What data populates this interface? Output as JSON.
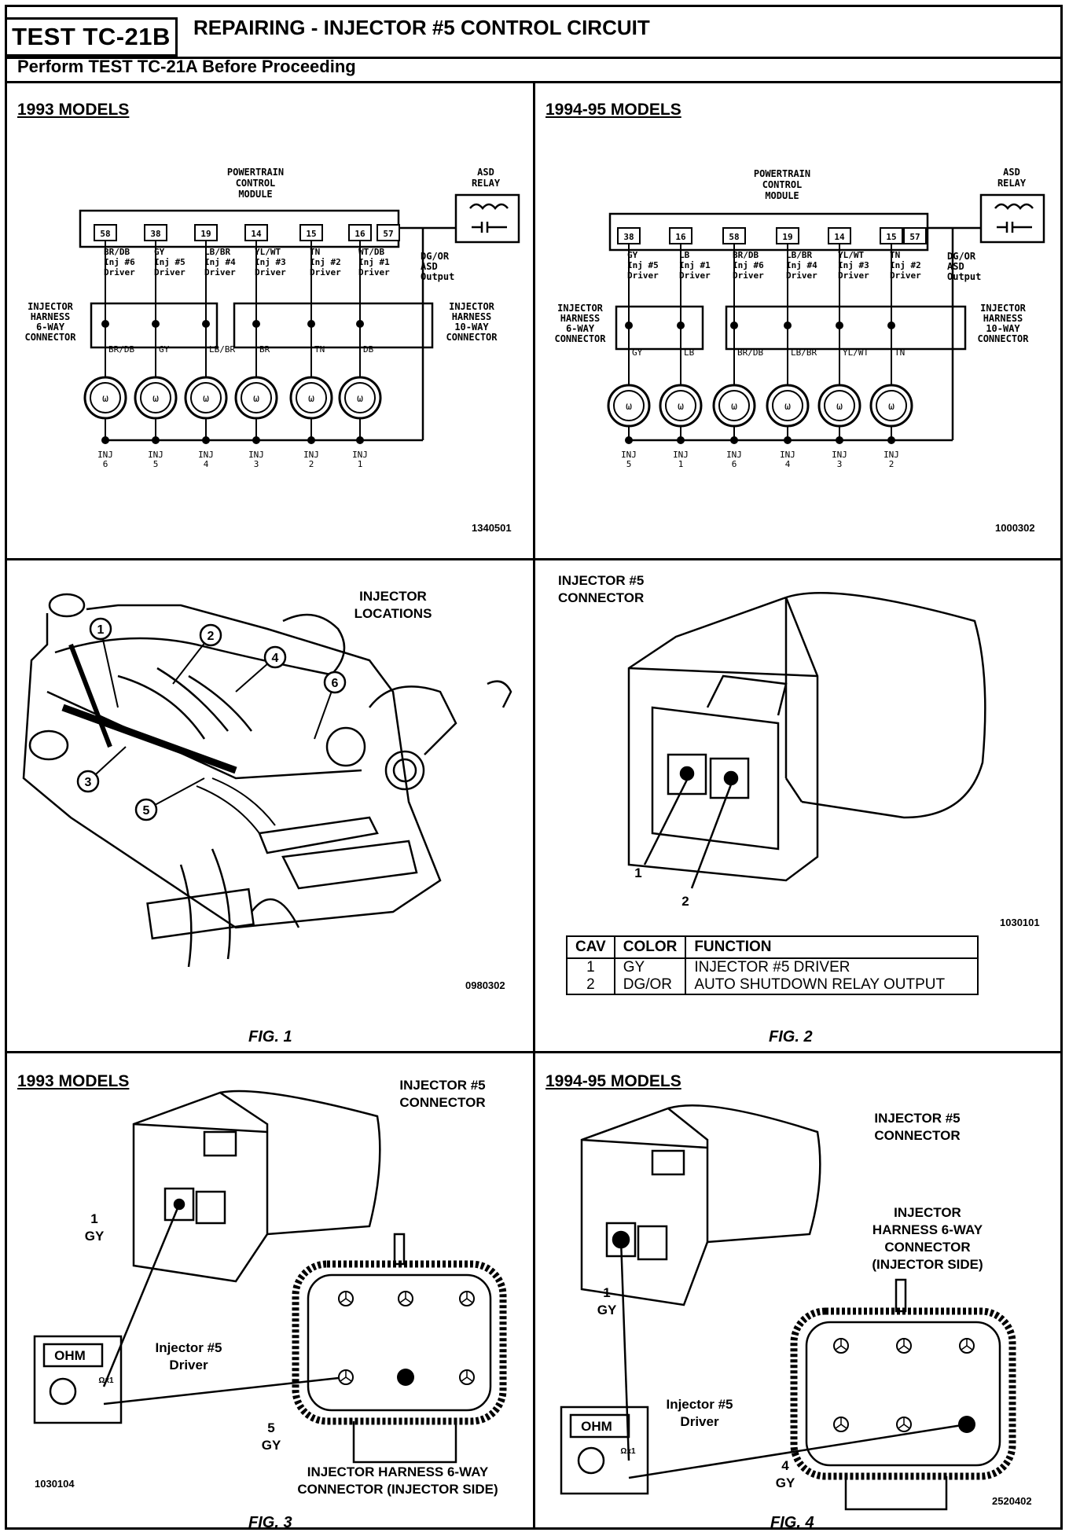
{
  "header": {
    "test_id": "TEST TC-21B",
    "title": "REPAIRING - INJECTOR #5 CONTROL CIRCUIT",
    "prerequisite": "Perform TEST TC-21A Before Proceeding"
  },
  "diagram_1993": {
    "title": "1993 MODELS",
    "pcm_label": [
      "POWERTRAIN",
      "CONTROL",
      "MODULE"
    ],
    "relay_label": [
      "ASD",
      "RELAY"
    ],
    "pins": [
      "58",
      "38",
      "19",
      "14",
      "15",
      "16",
      "57"
    ],
    "drivers": [
      [
        "BR/DB",
        "Inj #6",
        "Driver"
      ],
      [
        "GY",
        "Inj #5",
        "Driver"
      ],
      [
        "LB/BR",
        "Inj #4",
        "Driver"
      ],
      [
        "YL/WT",
        "Inj #3",
        "Driver"
      ],
      [
        "TN",
        "Inj #2",
        "Driver"
      ],
      [
        "WT/DB",
        "Inj #1",
        "Driver"
      ]
    ],
    "asd_output": [
      "DG/OR",
      "ASD",
      "Output"
    ],
    "left_connector": [
      "INJECTOR",
      "HARNESS",
      "6-WAY",
      "CONNECTOR"
    ],
    "right_connector": [
      "INJECTOR",
      "HARNESS",
      "10-WAY",
      "CONNECTOR"
    ],
    "wire_colors": [
      "BR/DB",
      "GY",
      "LB/BR",
      "BR",
      "TN",
      "DB"
    ],
    "injectors": [
      "INJ 6",
      "INJ 5",
      "INJ 4",
      "INJ 3",
      "INJ 2",
      "INJ 1"
    ],
    "ref": "1340501"
  },
  "diagram_1994": {
    "title": "1994-95 MODELS",
    "pcm_label": [
      "POWERTRAIN",
      "CONTROL",
      "MODULE"
    ],
    "relay_label": [
      "ASD",
      "RELAY"
    ],
    "pins": [
      "38",
      "16",
      "58",
      "19",
      "14",
      "15",
      "57"
    ],
    "drivers": [
      [
        "GY",
        "Inj #5",
        "Driver"
      ],
      [
        "LB",
        "Inj #1",
        "Driver"
      ],
      [
        "BR/DB",
        "Inj #6",
        "Driver"
      ],
      [
        "LB/BR",
        "Inj #4",
        "Driver"
      ],
      [
        "YL/WT",
        "Inj #3",
        "Driver"
      ],
      [
        "TN",
        "Inj #2",
        "Driver"
      ]
    ],
    "asd_output": [
      "DG/OR",
      "ASD",
      "Output"
    ],
    "left_connector": [
      "INJECTOR",
      "HARNESS",
      "6-WAY",
      "CONNECTOR"
    ],
    "right_connector": [
      "INJECTOR",
      "HARNESS",
      "10-WAY",
      "CONNECTOR"
    ],
    "wire_colors": [
      "GY",
      "LB",
      "BR/DB",
      "LB/BR",
      "YL/WT",
      "TN"
    ],
    "injectors": [
      "INJ 5",
      "INJ 1",
      "INJ 6",
      "INJ 4",
      "INJ 3",
      "INJ 2"
    ],
    "ref": "1000302"
  },
  "fig1": {
    "title": [
      "INJECTOR",
      "LOCATIONS"
    ],
    "callouts": [
      "1",
      "2",
      "3",
      "4",
      "5",
      "6"
    ],
    "ref": "0980302",
    "caption": "FIG. 1"
  },
  "fig2": {
    "title": [
      "INJECTOR #5",
      "CONNECTOR"
    ],
    "callouts": [
      "1",
      "2"
    ],
    "ref": "1030101",
    "table": {
      "headers": [
        "CAV",
        "COLOR",
        "FUNCTION"
      ],
      "rows": [
        [
          "1",
          "GY",
          "INJECTOR #5 DRIVER"
        ],
        [
          "2",
          "DG/OR",
          "AUTO SHUTDOWN RELAY OUTPUT"
        ]
      ]
    },
    "caption": "FIG. 2"
  },
  "fig3": {
    "title": "1993 MODELS",
    "connector_label": [
      "INJECTOR #5",
      "CONNECTOR"
    ],
    "pin1": [
      "1",
      "GY"
    ],
    "meter": "OHM",
    "meter_range": "Ωx1",
    "driver_label": [
      "Injector #5",
      "Driver"
    ],
    "pin5": [
      "5",
      "GY"
    ],
    "harness_label": [
      "INJECTOR HARNESS 6-WAY",
      "CONNECTOR (INJECTOR SIDE)"
    ],
    "ref": "1030104",
    "caption": "FIG. 3"
  },
  "fig4": {
    "title": "1994-95 MODELS",
    "connector_label": [
      "INJECTOR #5",
      "CONNECTOR"
    ],
    "harness_label": [
      "INJECTOR",
      "HARNESS 6-WAY",
      "CONNECTOR",
      "(INJECTOR SIDE)"
    ],
    "pin1": [
      "1",
      "GY"
    ],
    "meter": "OHM",
    "meter_range": "Ωx1",
    "driver_label": [
      "Injector #5",
      "Driver"
    ],
    "pin4": [
      "4",
      "GY"
    ],
    "ref": "2520402",
    "caption": "FIG. 4"
  }
}
